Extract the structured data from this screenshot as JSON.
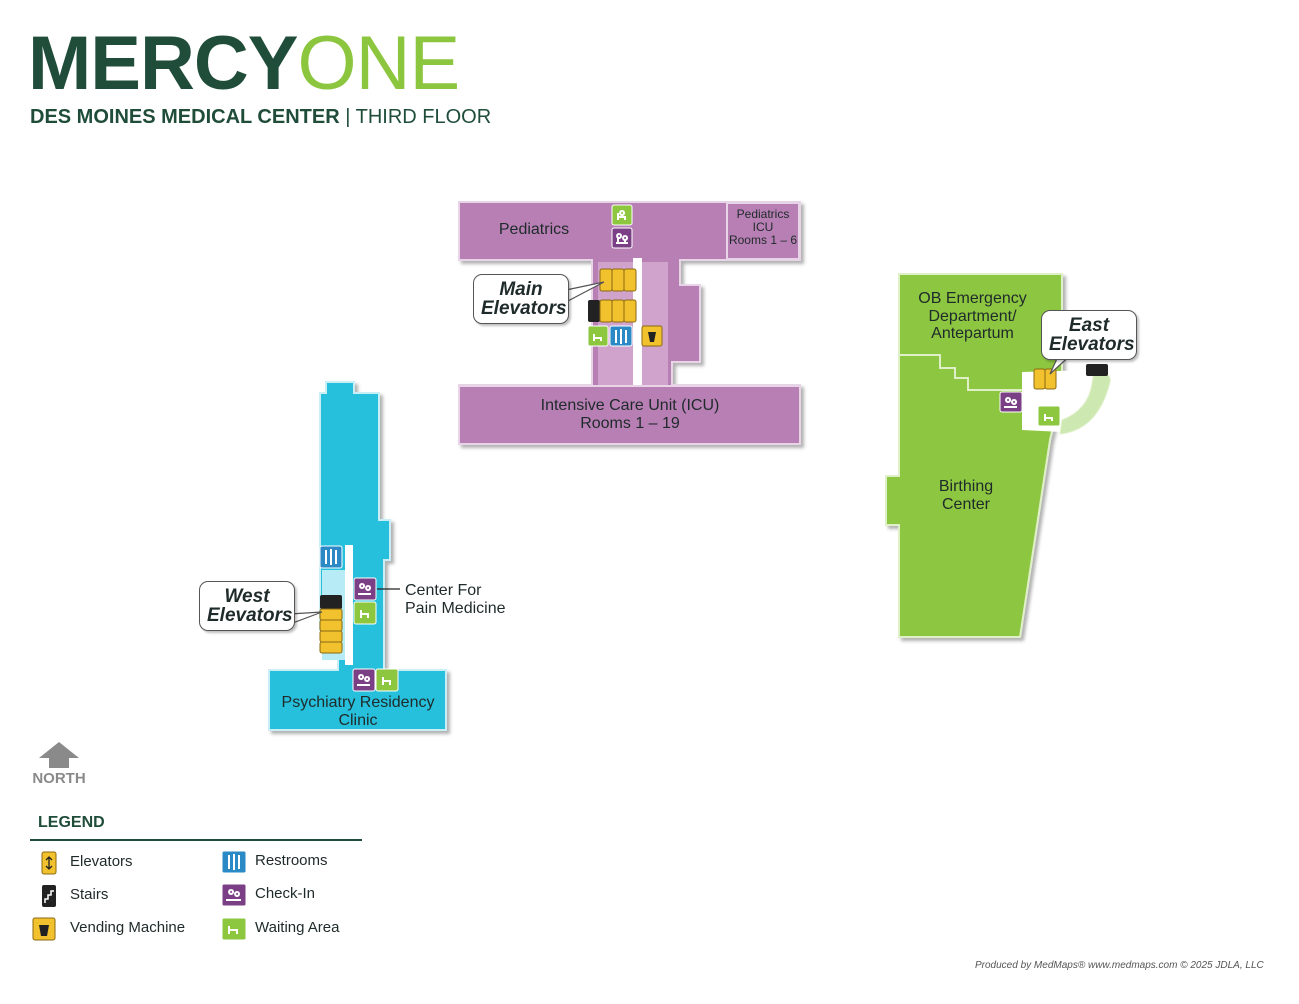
{
  "header": {
    "brand_part1": "MERCY",
    "brand_part2": "ONE",
    "subtitle_bold": "DES MOINES MEDICAL CENTER",
    "subtitle_sep": " | ",
    "subtitle_floor": "THIRD FLOOR"
  },
  "colors": {
    "brand_dark_green": "#1f4d3a",
    "brand_light_green": "#8cc63f",
    "pediatrics_purple": "#b77fb4",
    "pediatrics_purple_light": "#cfa3cc",
    "west_wing_cyan": "#26c0dc",
    "ob_green": "#8dc63f",
    "ob_green_light": "#cde8b0"
  },
  "areas": {
    "pediatrics": "Pediatrics",
    "pediatrics_icu_l1": "Pediatrics",
    "pediatrics_icu_l2": "ICU",
    "pediatrics_icu_l3": "Rooms 1 – 6",
    "icu_l1": "Intensive Care Unit (ICU)",
    "icu_l2": "Rooms 1 – 19",
    "ob_l1": "OB Emergency",
    "ob_l2": "Department/",
    "ob_l3": "Antepartum",
    "birthing_l1": "Birthing",
    "birthing_l2": "Center",
    "pain_l1": "Center For",
    "pain_l2": "Pain Medicine",
    "psych_l1": "Psychiatry Residency",
    "psych_l2": "Clinic"
  },
  "callouts": {
    "main_l1": "Main",
    "main_l2": "Elevators",
    "east_l1": "East",
    "east_l2": "Elevators",
    "west_l1": "West",
    "west_l2": "Elevators"
  },
  "compass": {
    "label": "NORTH",
    "icon": "north-arrow-icon"
  },
  "legend": {
    "title": "LEGEND",
    "items": [
      {
        "label": "Elevators",
        "icon": "elevator-icon"
      },
      {
        "label": "Stairs",
        "icon": "stairs-icon"
      },
      {
        "label": "Vending Machine",
        "icon": "vending-machine-icon"
      },
      {
        "label": "Restrooms",
        "icon": "restroom-icon"
      },
      {
        "label": "Check-In",
        "icon": "check-in-icon"
      },
      {
        "label": "Waiting Area",
        "icon": "waiting-area-icon"
      }
    ]
  },
  "credit": "Produced by MedMaps®  www.medmaps.com   © 2025 JDLA, LLC"
}
